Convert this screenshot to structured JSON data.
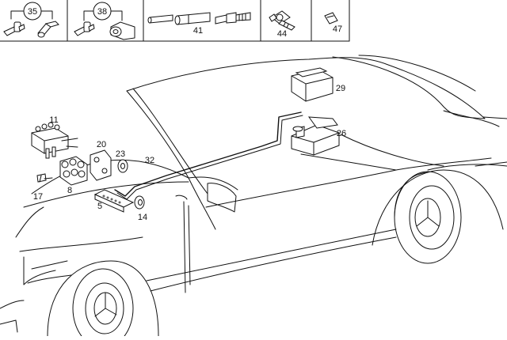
{
  "colors": {
    "line": "#111111",
    "background": "#ffffff",
    "frame": "#111111"
  },
  "toolbar": {
    "cells": [
      {
        "label": "35",
        "circled": true
      },
      {
        "label": "38",
        "circled": true
      },
      {
        "label": "41",
        "circled": false
      },
      {
        "label": "44",
        "circled": false
      },
      {
        "label": "47",
        "circled": false
      }
    ]
  },
  "callouts": [
    {
      "id": "11",
      "label": "11"
    },
    {
      "id": "20",
      "label": "20"
    },
    {
      "id": "23",
      "label": "23"
    },
    {
      "id": "32",
      "label": "32"
    },
    {
      "id": "17",
      "label": "17"
    },
    {
      "id": "8",
      "label": "8"
    },
    {
      "id": "5",
      "label": "5"
    },
    {
      "id": "14",
      "label": "14"
    },
    {
      "id": "29",
      "label": "29"
    },
    {
      "id": "26",
      "label": "26"
    }
  ]
}
